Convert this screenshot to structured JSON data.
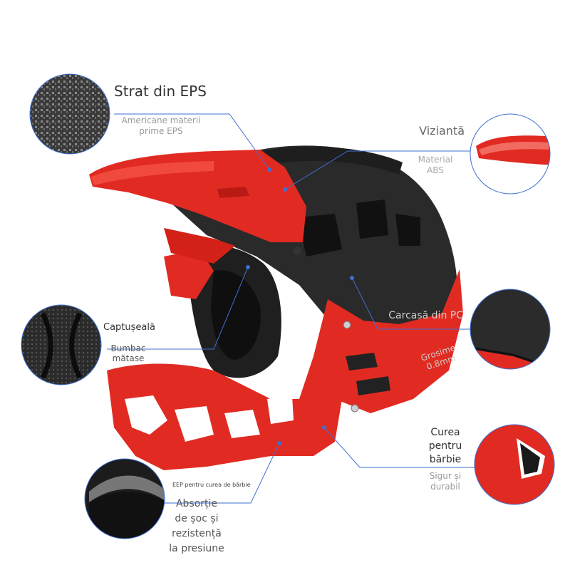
{
  "labels": {
    "eps_title": "Strat din EPS",
    "eps_sub": "Americane materii prime EPS",
    "visor_title": "Viziantă",
    "visor_sub": "Material ABS",
    "shell_title": "Carcasă din PC",
    "shell_sub": "Grosime 0.8mm",
    "lining_title": "Captușeală",
    "lining_sub": "Bumbac mătase",
    "strap_title": "Curea pentru bărbie",
    "strap_sub": "Sigur și durabil",
    "eep_small": "EEP pentru curea de bărbie",
    "shock_title": "Absorție de șoc și rezistență la presiune"
  },
  "icons": [
    "eps-foam-detail",
    "visor-detail",
    "pc-shell-detail",
    "lining-detail",
    "chin-strap-detail",
    "eep-chin-detail"
  ],
  "colors": {
    "helmet_red": "#e12b22",
    "helmet_black": "#2a2a2a",
    "leader_line": "#3d6fd1"
  }
}
